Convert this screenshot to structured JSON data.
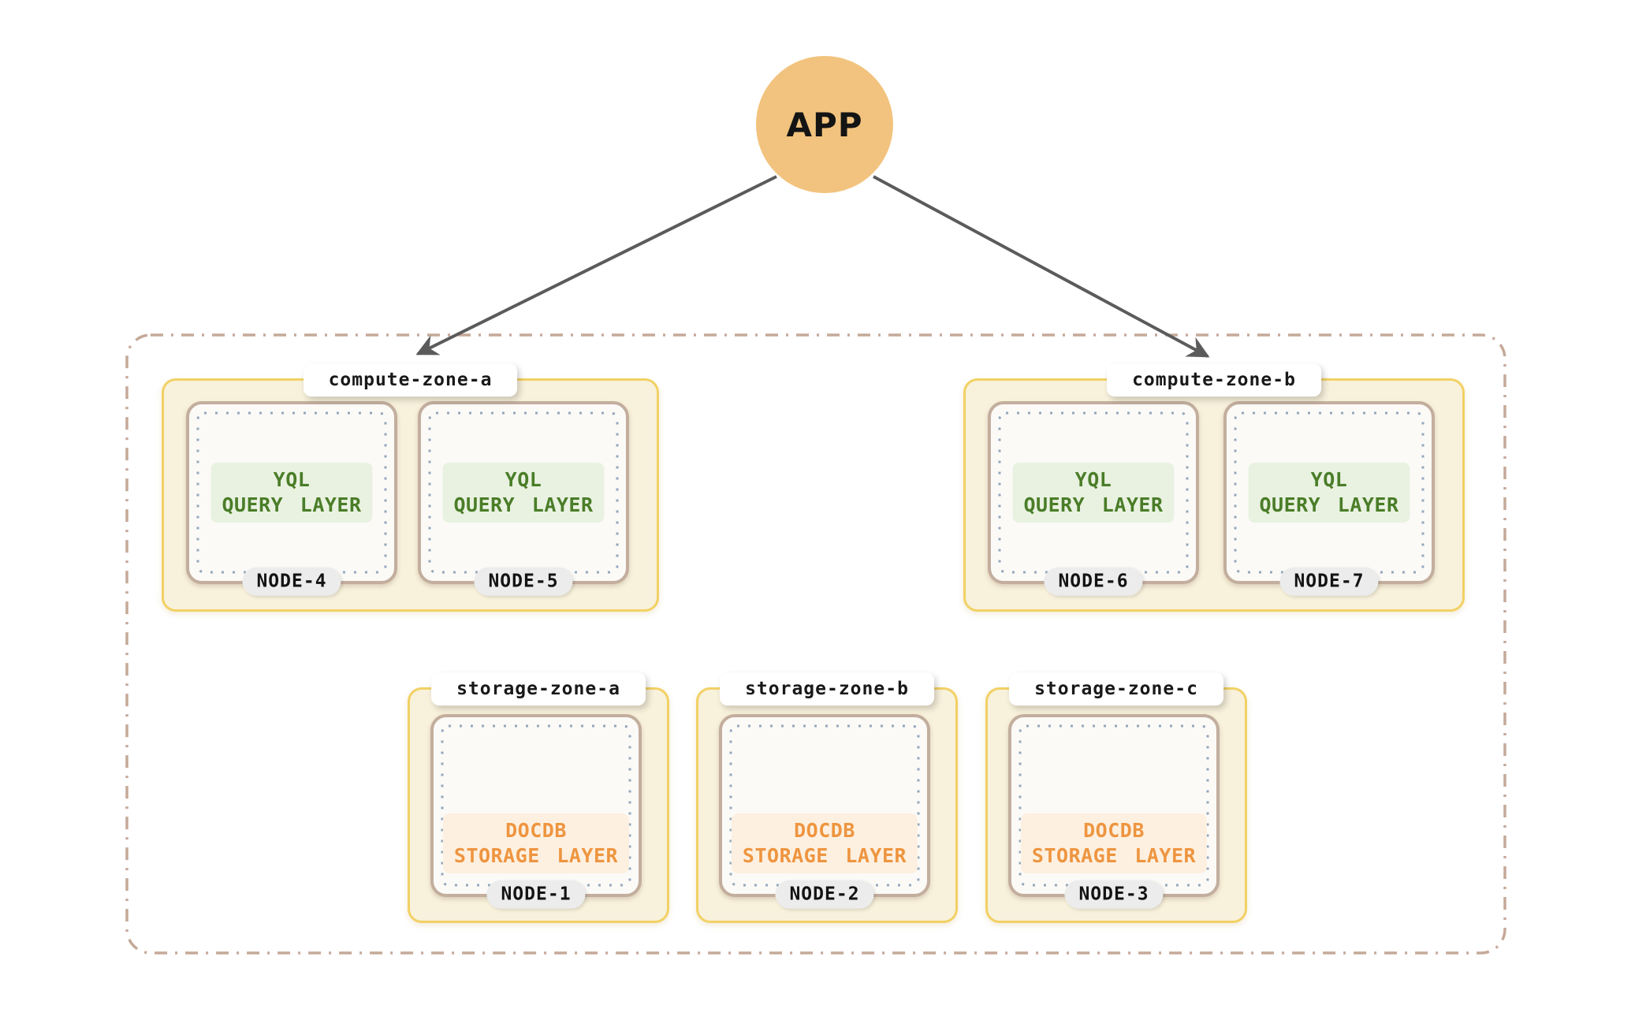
{
  "app": {
    "label": "APP"
  },
  "zones": [
    {
      "id": "compute-zone-a",
      "label": "compute-zone-a",
      "nodes": [
        {
          "badge": "NODE-4",
          "line1": "YQL",
          "line2": "QUERY LAYER"
        },
        {
          "badge": "NODE-5",
          "line1": "YQL",
          "line2": "QUERY LAYER"
        }
      ]
    },
    {
      "id": "compute-zone-b",
      "label": "compute-zone-b",
      "nodes": [
        {
          "badge": "NODE-6",
          "line1": "YQL",
          "line2": "QUERY LAYER"
        },
        {
          "badge": "NODE-7",
          "line1": "YQL",
          "line2": "QUERY LAYER"
        }
      ]
    },
    {
      "id": "storage-zone-a",
      "label": "storage-zone-a",
      "nodes": [
        {
          "badge": "NODE-1",
          "line1": "DOCDB",
          "line2": "STORAGE LAYER"
        }
      ]
    },
    {
      "id": "storage-zone-b",
      "label": "storage-zone-b",
      "nodes": [
        {
          "badge": "NODE-2",
          "line1": "DOCDB",
          "line2": "STORAGE LAYER"
        }
      ]
    },
    {
      "id": "storage-zone-c",
      "label": "storage-zone-c",
      "nodes": [
        {
          "badge": "NODE-3",
          "line1": "DOCDB",
          "line2": "STORAGE LAYER"
        }
      ]
    }
  ],
  "colors": {
    "app_circle": "#F2C37E",
    "arrow": "#5B5B5B",
    "cluster_boundary": "#C5A999",
    "zone_border": "#F2D164",
    "zone_fill": "#F8F1DB",
    "node_border": "#C3AE9E",
    "node_fill": "#FBFAF7",
    "node_dots": "#93A7BC",
    "yql_text": "#4A7D28",
    "yql_bg": "#E9F2E1",
    "docdb_text": "#EE9540",
    "docdb_bg": "#FDF0E0",
    "badge_bg": "#ECECEC",
    "zone_label_bg": "#FFFFFF"
  }
}
